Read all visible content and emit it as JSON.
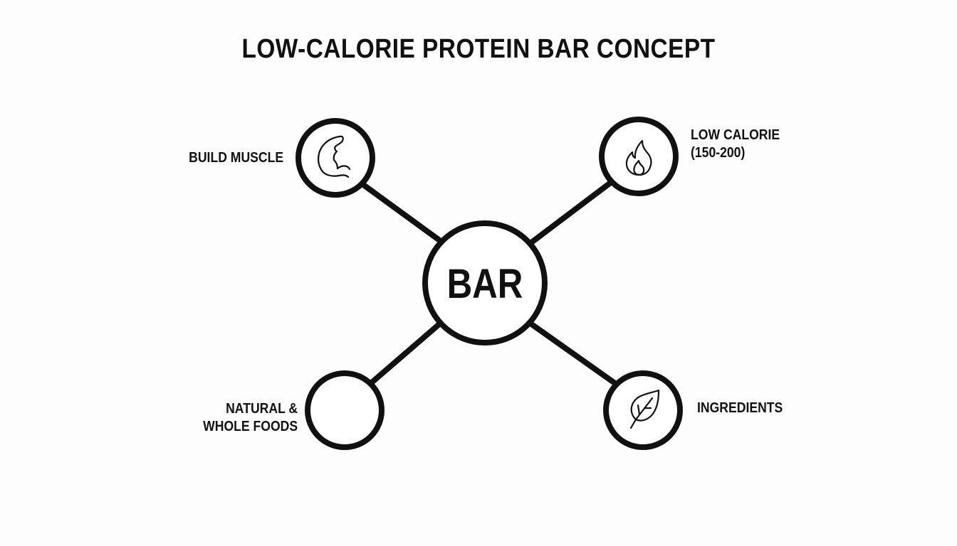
{
  "title": "LOW-CALORIE PROTEIN BAR CONCEPT",
  "center": {
    "label": "BAR"
  },
  "nodes": [
    {
      "id": "top-left",
      "label": "BUILD MUSCLE",
      "icon": "flexed-bicep-icon"
    },
    {
      "id": "top-right",
      "label": "LOW CALORIE\n(150-200)",
      "icon": "flame-icon"
    },
    {
      "id": "bottom-left",
      "label": "NATURAL &\nWHOLE FOODS",
      "icon": "none"
    },
    {
      "id": "bottom-right",
      "label": "INGREDIENTS",
      "icon": "leaf-icon"
    }
  ],
  "colors": {
    "stroke": "#111111",
    "background": "#fdfdfd"
  }
}
